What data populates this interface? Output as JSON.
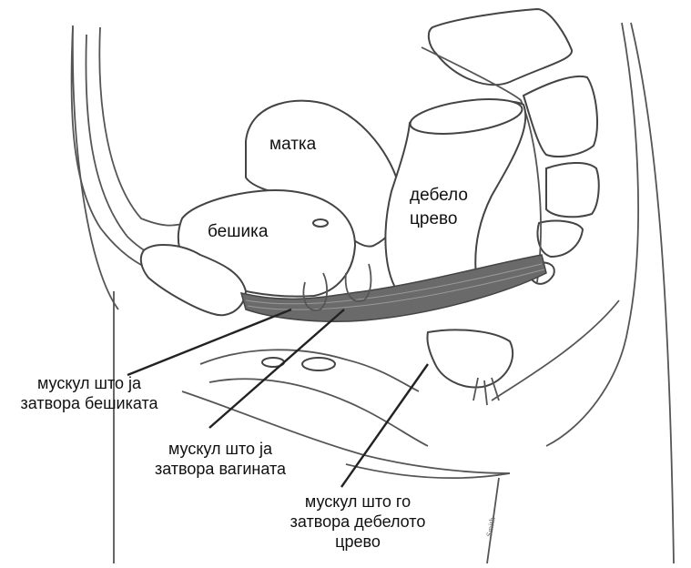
{
  "organs": {
    "uterus": "матка",
    "bladder": "бешика",
    "colon_line1": "дебело",
    "colon_line2": "црево"
  },
  "callouts": {
    "bladder_muscle": {
      "line1": "мускул што ја",
      "line2": "затвора бешиката"
    },
    "vagina_muscle": {
      "line1": "мускул што ја",
      "line2": "затвора вагината"
    },
    "colon_muscle": {
      "line1": "мускул што го",
      "line2": "затвора дебелото",
      "line3": "црево"
    }
  },
  "colors": {
    "muscle": "#6a6a6a",
    "outline": "#444444",
    "background": "#ffffff"
  }
}
